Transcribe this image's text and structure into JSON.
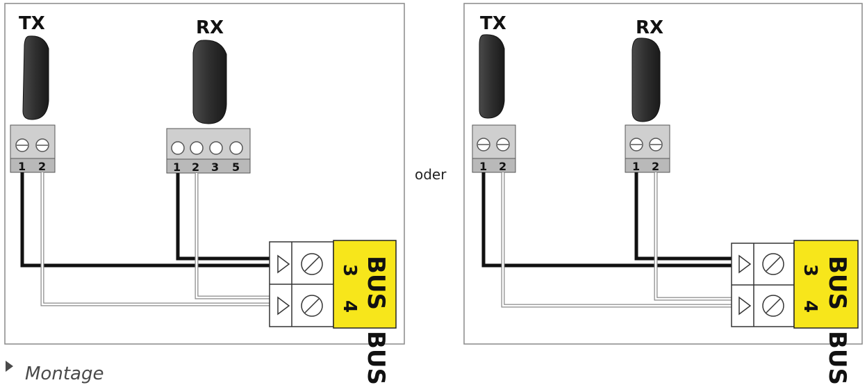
{
  "left_panel": {
    "tx_label": "TX",
    "rx_label": "RX",
    "tx_pins": [
      "1",
      "2"
    ],
    "rx_pins": [
      "1",
      "2",
      "3",
      "5"
    ],
    "bus_terminals": [
      "3",
      "4"
    ],
    "bus_label": "BUS"
  },
  "right_panel": {
    "tx_label": "TX",
    "rx_label": "RX",
    "tx_pins": [
      "1",
      "2"
    ],
    "rx_pins": [
      "1",
      "2"
    ],
    "bus_terminals": [
      "3",
      "4"
    ],
    "bus_label": "BUS"
  },
  "separator_text": "oder",
  "footer": {
    "label": "Montage"
  },
  "colors": {
    "bus_block": "#f7e61b",
    "wire_dark": "#111111",
    "frame": "#888888"
  }
}
